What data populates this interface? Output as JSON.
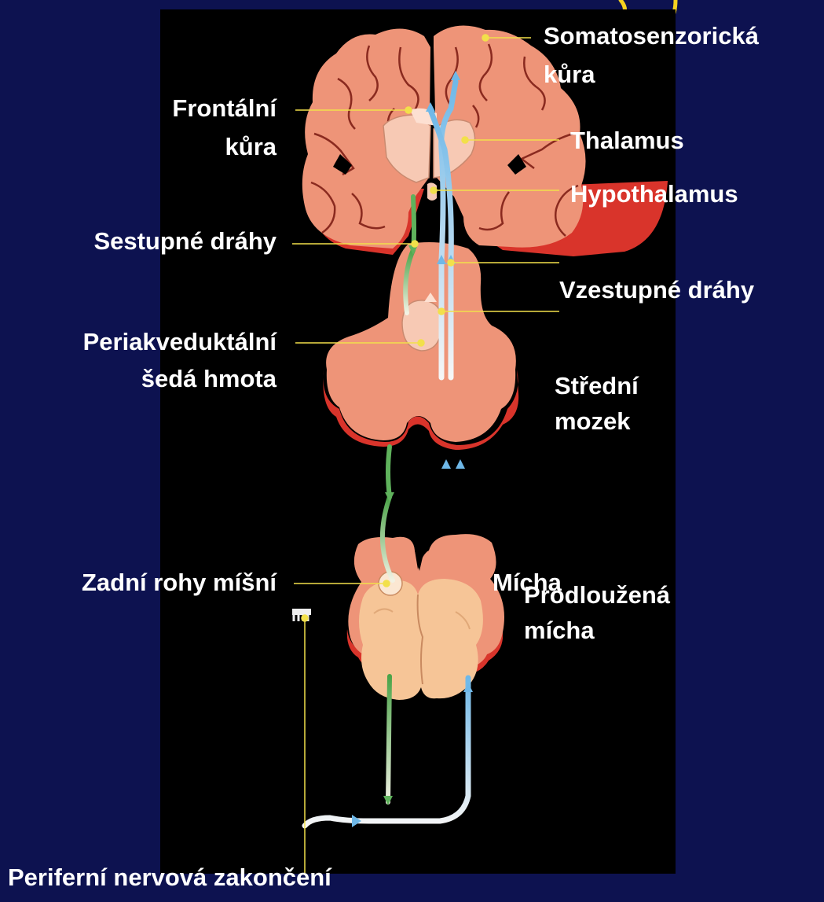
{
  "labels": {
    "somatosenzoricka_1": "Somatosenzorická",
    "somatosenzoricka_2": "kůra",
    "frontalni_1": "Frontální",
    "frontalni_2": "kůra",
    "thalamus": "Thalamus",
    "hypothalamus": "Hypothalamus",
    "sestupne": "Sestupné dráhy",
    "vzestupne": "Vzestupné dráhy",
    "periakvedukt_1": "Periakveduktální",
    "periakvedukt_2": "šedá hmota",
    "stredni_1": "Střední",
    "stredni_2": "mozek",
    "prodlouzena_1": "Prodloužená",
    "prodlouzena_2": "mícha",
    "zadni_rohy": "Zadní rohy míšní",
    "micha": "Mícha",
    "periferni": "Periferní nervová zakončení"
  },
  "colors": {
    "background": "#0d1250",
    "panel": "#000000",
    "tissue": "#ee9478",
    "tissue_edge": "#d9342b",
    "gray_matter": "#f7c9b4",
    "spinal_cord": "#f6c597",
    "descending": "#5fb25c",
    "ascending": "#8bc7ea",
    "leader_line": "#f2e04a",
    "title_partial": "#f5d21f"
  }
}
